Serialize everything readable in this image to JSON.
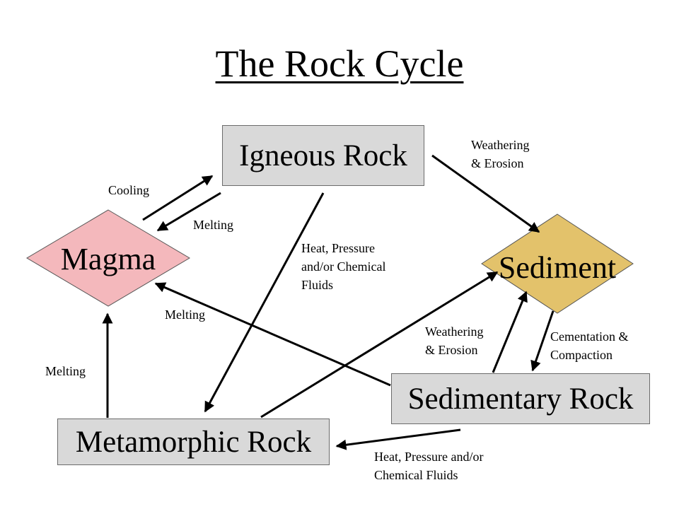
{
  "title": "The Rock Cycle",
  "colors": {
    "box_fill": "#d9d9d9",
    "magma_fill": "#f4b8bc",
    "sediment_fill": "#e3c26b",
    "arrow": "#000000"
  },
  "nodes": {
    "igneous": "Igneous Rock",
    "sediment": "Sediment",
    "magma": "Magma",
    "sedimentary": "Sedimentary Rock",
    "metamorphic": "Metamorphic Rock"
  },
  "labels": {
    "weathering_erosion_top": "Weathering\n& Erosion",
    "cooling": "Cooling",
    "melting_from_igneous": "Melting",
    "heat_pressure_igneous": "Heat, Pressure\nand/or Chemical\nFluids",
    "melting_from_sedimentary": "Melting",
    "weathering_erosion_lower": "Weathering\n& Erosion",
    "cementation_compaction": "Cementation &\nCompaction",
    "melting_from_metamorphic": "Melting",
    "heat_pressure_sedimentary": "Heat, Pressure and/or\nChemical Fluids"
  }
}
